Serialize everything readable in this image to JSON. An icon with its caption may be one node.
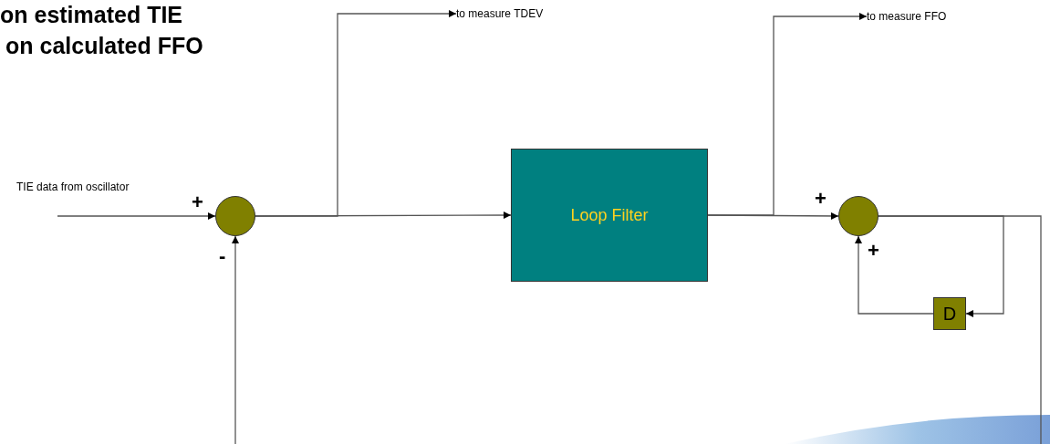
{
  "diagram": {
    "nodes": [
      {
        "text": [],
        "shape": "circle"
      },
      {
        "text": [
          "Loop Filter"
        ]
      },
      {
        "text": [],
        "shape": "circle"
      },
      {
        "text": [
          "D"
        ]
      },
      {
        "text": [
          "to measure TDEV"
        ]
      },
      {
        "text": [
          "to measure FFO"
        ]
      }
    ],
    "edges": [
      {
        "from": null,
        "to": 0,
        "arrow": "to",
        "label": "TIE data from oscillator"
      },
      {
        "from": 0,
        "to": 4,
        "arrow": "to"
      },
      {
        "from": 0,
        "to": 1,
        "arrow": "to"
      },
      {
        "from": 1,
        "to": 5,
        "arrow": "to"
      },
      {
        "from": 1,
        "to": 2,
        "arrow": "to"
      },
      {
        "from": 2,
        "to": 3,
        "arrow": "to"
      },
      {
        "from": 3,
        "to": 2,
        "arrow": "to"
      },
      {
        "from": 2,
        "to": null,
        "arrow": "none"
      },
      {
        "from": null,
        "to": 0,
        "arrow": "to"
      }
    ],
    "labels": [
      "on estimated TIE",
      "on calculated FFO",
      "+",
      "-",
      "+",
      "+"
    ]
  }
}
